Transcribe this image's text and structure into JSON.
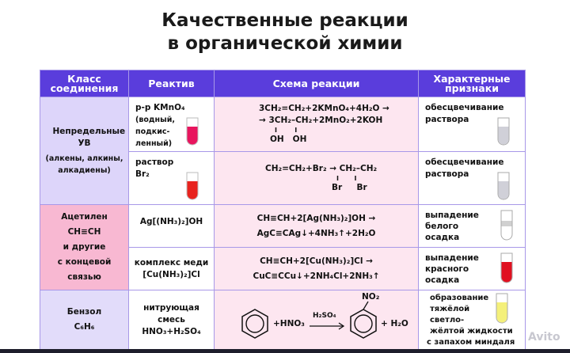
{
  "title_line1": "Качественные реакции",
  "title_line2": "в органической химии",
  "headers": [
    "Класс соединения",
    "Реактив",
    "Схема реакции",
    "Характерные признаки"
  ],
  "classes": [
    {
      "name": "Непредельные УВ",
      "sub": "(алкены, алкины, алкадиены)"
    },
    {
      "lines": [
        "Ацетилен",
        "CH≡CH",
        "и другие",
        "с концевой",
        "связью"
      ]
    },
    {
      "lines": [
        "Бензол",
        "C₆H₆"
      ]
    }
  ],
  "rows": [
    {
      "reagent": [
        "р-р KMnO₄",
        "(водный,",
        "подкис-",
        "ленный)"
      ],
      "scheme": [
        "3CH₂=CH₂+2KMnO₄+4H₂O →",
        "→ 3CH₂–CH₂+2MnO₂+2KOH",
        "I        I",
        "OH   OH"
      ],
      "sign": [
        "обесцвечивание",
        "раствора"
      ],
      "reagent_tube_color": "#e8155e",
      "tube_color": "#d0d0d8",
      "tube_fill": 0.6
    },
    {
      "reagent": [
        "раствор",
        "Br₂"
      ],
      "scheme": [
        "CH₂=CH₂+Br₂ → CH₂–CH₂",
        "I       I",
        "Br     Br"
      ],
      "sign": [
        "обесцвечивание",
        "раствора"
      ],
      "reagent_tube_color": "#e8231e",
      "tube_color": "#d0d0d8",
      "tube_fill": 0.6
    },
    {
      "reagent": [
        "Ag[(NH₃)₂]OH"
      ],
      "scheme": [
        "CH≡CH+2[Ag(NH₃)₂]OH →",
        "AgC≡CAg↓+4NH₃↑+2H₂O"
      ],
      "sign": [
        "выпадение",
        "белого",
        "осадка"
      ],
      "tube_color": "#d0d0d0",
      "tube_fill": 0.5
    },
    {
      "reagent": [
        "комплекс меди",
        "[Cu(NH₃)₂]Cl"
      ],
      "scheme": [
        "CH≡CH+2[Cu(NH₃)₂]Cl →",
        "CuC≡CCu↓+2NH₄Cl+2NH₃↑"
      ],
      "sign": [
        "выпадение",
        "красного",
        "осадка"
      ],
      "tube_color": "#e01020",
      "tube_fill": 0.7
    },
    {
      "reagent": [
        "нитрующая",
        "смесь",
        "HNO₃+H₂SO₄"
      ],
      "scheme": {
        "plus": "+HNO₃",
        "cat": "H₂SO₄",
        "no2": "NO₂",
        "water": "+ H₂O"
      },
      "sign": [
        "образование",
        "тяжёлой",
        "светло-",
        "жёлтой жидкости",
        "с запахом миндаля"
      ],
      "tube_color": "#f4f07a",
      "tube_fill": 0.65
    }
  ],
  "watermark": "Avito"
}
